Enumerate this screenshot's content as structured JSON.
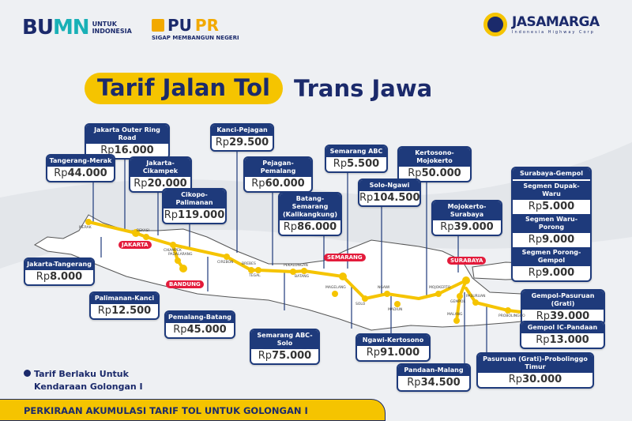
{
  "logos": {
    "bumn": {
      "mark_a": "BU",
      "mark_b": "MN",
      "tagline_1": "UNTUK",
      "tagline_2": "INDONESIA"
    },
    "pupr": {
      "mark_a": "PU",
      "mark_b": "PR",
      "tagline": "SIGAP MEMBANGUN NEGERI"
    },
    "jasamarga": {
      "name": "JASAMARGA",
      "tagline": "Indonesia Highway Corp"
    }
  },
  "title": {
    "highlight": "Tarif Jalan Tol",
    "rest": "Trans Jawa"
  },
  "currency": "Rp",
  "tariffs": [
    {
      "route": "Jakarta Outer Ring Road",
      "amount": "16.000"
    },
    {
      "route": "Tangerang-Merak",
      "amount": "44.000"
    },
    {
      "route": "Jakarta-Cikampek",
      "amount": "20.000"
    },
    {
      "route": "Cikopo-Palimanan",
      "amount": "119.000"
    },
    {
      "route": "Kanci-Pejagan",
      "amount": "29.500"
    },
    {
      "route": "Pejagan-Pemalang",
      "amount": "60.000"
    },
    {
      "route": "Batang-Semarang (Kalikangkung)",
      "amount": "86.000"
    },
    {
      "route": "Semarang ABC",
      "amount": "5.500"
    },
    {
      "route": "Kertosono-Mojokerto",
      "amount": "50.000"
    },
    {
      "route": "Solo-Ngawi",
      "amount": "104.500"
    },
    {
      "route": "Mojokerto-Surabaya",
      "amount": "39.000"
    },
    {
      "route": "Jakarta-Tangerang",
      "amount": "8.000"
    },
    {
      "route": "Palimanan-Kanci",
      "amount": "12.500"
    },
    {
      "route": "Pemalang-Batang",
      "amount": "45.000"
    },
    {
      "route": "Semarang ABC-Solo",
      "amount": "75.000"
    },
    {
      "route": "Ngawi-Kertosono",
      "amount": "91.000"
    },
    {
      "route": "Pandaan-Malang",
      "amount": "34.500"
    },
    {
      "route": "Gempol-Pasuruan (Grati)",
      "amount": "39.000"
    },
    {
      "route": "Gempol IC-Pandaan",
      "amount": "13.000"
    },
    {
      "route": "Pasuruan (Grati)-Probolinggo Timur",
      "amount": "30.000"
    }
  ],
  "surabaya_gempol": {
    "route": "Surabaya-Gempol",
    "segments": [
      {
        "route": "Segmen Dupak-Waru",
        "amount": "5.000"
      },
      {
        "route": "Segmen Waru-Porong",
        "amount": "9.000"
      },
      {
        "route": "Segmen Porong-Gempol",
        "amount": "9.000"
      }
    ]
  },
  "cities": [
    "MERAK",
    "BEKASI",
    "CIKAMPEK",
    "PADALARANG",
    "CIREBON",
    "BREBES",
    "TEGAL",
    "PEKALONGAN",
    "BATANG",
    "MAGELANG",
    "SOLO",
    "NGAWI",
    "MADIUN",
    "MOJOKERTO",
    "GEMPOL",
    "PASURUAN",
    "PROBOLINGGO",
    "MALANG"
  ],
  "major_cities": [
    "JAKARTA",
    "BANDUNG",
    "SEMARANG",
    "SURABAYA"
  ],
  "note": {
    "line1": "Tarif Berlaku Untuk",
    "line2": "Kendaraan Golongan I"
  },
  "footer": "PERKIRAAN AKUMULASI TARIF TOL UNTUK GOLONGAN I",
  "colors": {
    "navy": "#1e3a7b",
    "yellow": "#f5c400",
    "red": "#e31b3b"
  }
}
